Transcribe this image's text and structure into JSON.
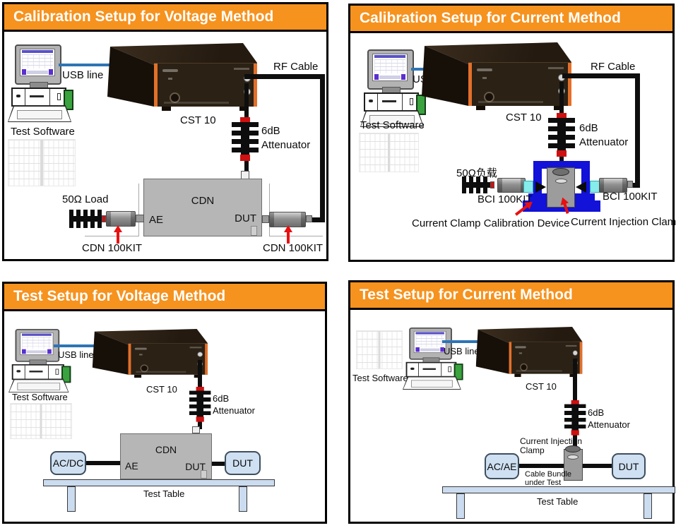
{
  "colors": {
    "title_bar": "#F6921E",
    "title_text": "#FFFFFF",
    "usb_line_blue": "#2E74B5",
    "instrument_accent_orange": "#E2702A",
    "arrow_red": "#E81010",
    "calibration_fixture_blue": "#1212D8",
    "connector_cyan": "#86ECEC",
    "cdn_gray": "#B6B6B6",
    "label_box_blue": "#CFE0F2"
  },
  "panels": {
    "cal_voltage": {
      "title": "Calibration Setup for Voltage Method",
      "usb": "USB line",
      "software": "Test Software",
      "device": "CST 10",
      "rf_cable": "RF Cable",
      "att_line1": "6dB",
      "att_line2": "Attenuator",
      "cdn": "CDN",
      "ae": "AE",
      "dut": "DUT",
      "load": "50Ω Load",
      "kit_left": "CDN 100KIT",
      "kit_right": "CDN 100KIT"
    },
    "cal_current": {
      "title": "Calibration Setup for Current Method",
      "usb": "USB line",
      "software": "Test Software",
      "device": "CST 10",
      "rf_cable": "RF Cable",
      "att_line1": "6dB",
      "att_line2": "Attenuator",
      "load": "50Ω负载",
      "kit_left": "BCI 100KIT",
      "kit_right": "BCI 100KIT",
      "cal_device": "Current Clamp Calibration Device",
      "inj_clamp": "Current Injection Clamp"
    },
    "test_voltage": {
      "title": "Test Setup for Voltage Method",
      "usb": "USB line",
      "software": "Test Software",
      "device": "CST 10",
      "att_line1": "6dB",
      "att_line2": "Attenuator",
      "cdn": "CDN",
      "ae": "AE",
      "dut_port": "DUT",
      "ac_box": "AC/DC",
      "dut_box": "DUT",
      "table": "Test Table"
    },
    "test_current": {
      "title": "Test Setup for Current Method",
      "usb": "USB line",
      "software": "Test Software",
      "device": "CST 10",
      "att_line1": "6dB",
      "att_line2": "Attenuator",
      "clamp_line1": "Current Injection",
      "clamp_line2": "Clamp",
      "ac_box": "AC/AE",
      "dut_box": "DUT",
      "bundle_line1": "Cable Bundle",
      "bundle_line2": "under Test",
      "table": "Test Table"
    }
  }
}
